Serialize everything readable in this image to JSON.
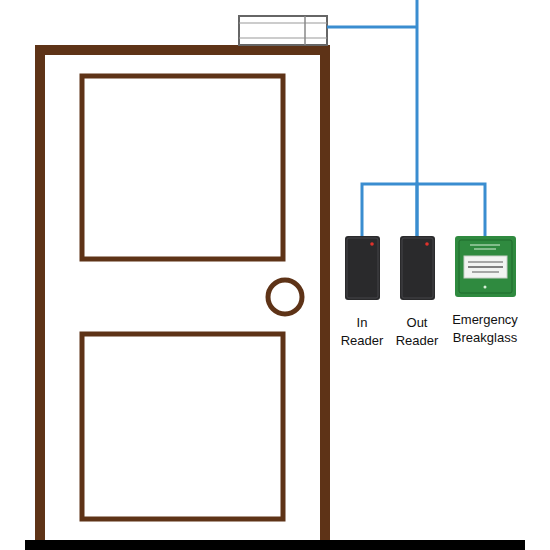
{
  "diagram": {
    "nodes": [
      {
        "text": [
          "In Reader"
        ]
      },
      {
        "text": [
          "Out Reader"
        ]
      },
      {
        "text": [
          "Emergency Breakglass"
        ]
      }
    ],
    "edges": [
      {
        "from": 0,
        "to": 1,
        "arrow": "none"
      },
      {
        "from": 1,
        "to": 2,
        "arrow": "none"
      }
    ]
  }
}
